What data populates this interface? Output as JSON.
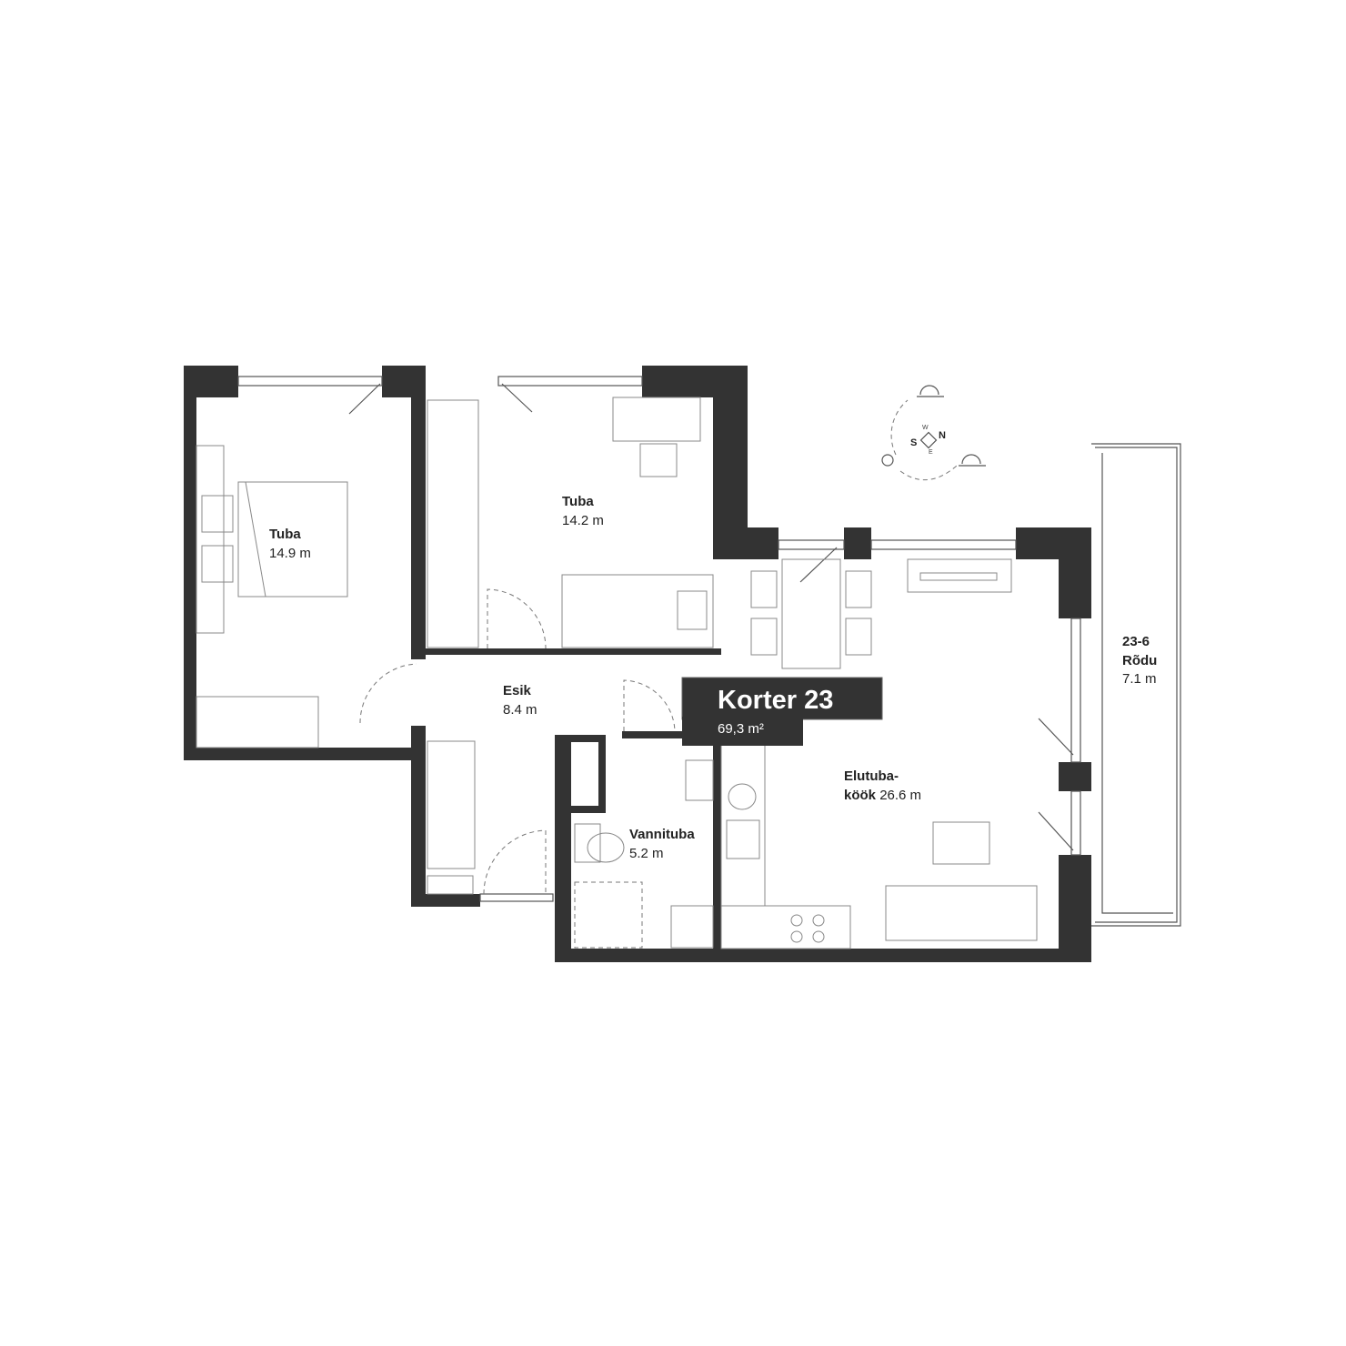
{
  "apartment": {
    "title": "Korter 23",
    "area": "69,3 m²"
  },
  "rooms": [
    {
      "name": "Tuba",
      "area": "14.9 m"
    },
    {
      "name": "Tuba",
      "area": "14.2 m"
    },
    {
      "name": "Esik",
      "area": "8.4 m"
    },
    {
      "name": "Vannituba",
      "area": "5.2 m"
    },
    {
      "name": "Elutuba-",
      "name2": "köök",
      "area": "26.6 m"
    },
    {
      "id": "23-6",
      "name": "Rõdu",
      "area": "7.1 m"
    }
  ],
  "compass": {
    "s": "S",
    "n": "N",
    "w": "W",
    "e": "E"
  }
}
